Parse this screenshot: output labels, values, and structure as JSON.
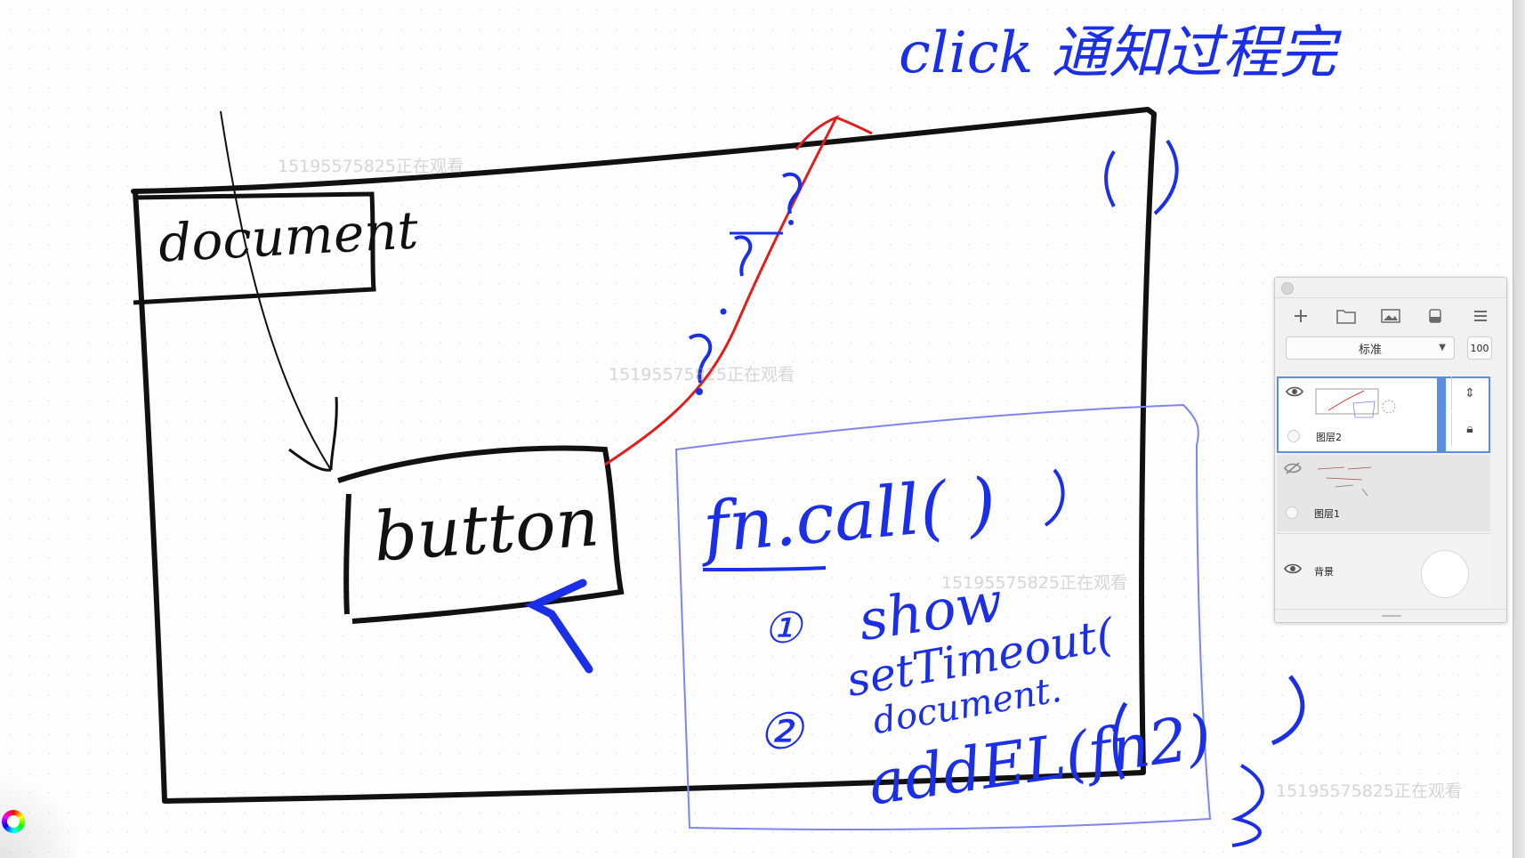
{
  "canvas": {
    "watermark_text": "15195575825正在观看",
    "annotations": {
      "document_label": "document",
      "button_label": "button",
      "click_note": "click 通知过程完",
      "parens_note": "( )",
      "fn_call": "fn.call(   )",
      "step1_number": "①",
      "step1_text": "show",
      "step2_number": "②",
      "step2_line1": "setTimeout(",
      "step2_line2": "document.",
      "step2_line3": "addEL(fn2)",
      "closing_brace": "}"
    },
    "ink_colors": {
      "black": "#111111",
      "blue": "#1a2fe6",
      "red": "#e01e1e",
      "box": "#7f86ee"
    }
  },
  "layers_panel": {
    "blend_mode": "标准",
    "opacity": "100",
    "tools": [
      "add-layer-icon",
      "folder-icon",
      "image-icon",
      "clipping-mask-icon",
      "menu-icon"
    ],
    "layers": [
      {
        "name": "图层2",
        "visible": true,
        "selected": true
      },
      {
        "name": "图层1",
        "visible": false,
        "selected": false
      },
      {
        "name": "背景",
        "visible": true,
        "selected": false
      }
    ]
  }
}
